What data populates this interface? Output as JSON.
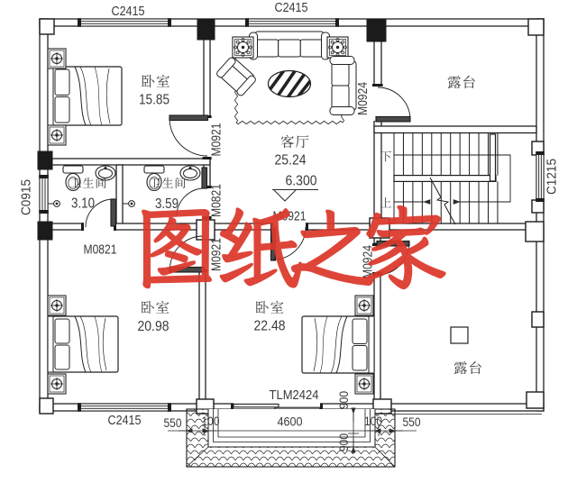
{
  "colors": {
    "line": "#1b1b1b",
    "text": "#3a3a3a",
    "watermark": "#dc372b",
    "background": "#ffffff"
  },
  "watermark": {
    "text": "图纸之家"
  },
  "rooms": [
    {
      "id": "bedroom-top-left",
      "name": "卧室",
      "area": "15.85"
    },
    {
      "id": "living-room",
      "name": "客厅",
      "area": "25.24"
    },
    {
      "id": "bathroom-left",
      "name": "卫生间",
      "area": "3.10"
    },
    {
      "id": "bathroom-right",
      "name": "卫生间",
      "area": "3.59"
    },
    {
      "id": "bedroom-bottom-left",
      "name": "卧室",
      "area": "20.98"
    },
    {
      "id": "bedroom-bottom-middle",
      "name": "卧室",
      "area": "22.48"
    },
    {
      "id": "terrace-top",
      "name": "露台"
    },
    {
      "id": "terrace-bottom",
      "name": "露台"
    }
  ],
  "level_mark": {
    "value": "6.300"
  },
  "stairs": {
    "up_label": "上",
    "down_label": "下"
  },
  "openings": {
    "window_top_left": "C2415",
    "window_top_middle": "C2415",
    "window_bottom": "C2415",
    "window_left": "C0915",
    "window_right": "C1215",
    "door_bedroom_top": "M0921",
    "door_bedroom_middle": "M0921",
    "door_between_bedrooms": "M0921",
    "door_bathroom_left": "M0821",
    "door_bathroom_right": "M0821",
    "door_terrace_top": "M0924",
    "door_terrace_bottom": "M0924",
    "sliding_door_bottom": "TLM2424"
  },
  "dimensions": {
    "bottom_row": [
      "550",
      "100",
      "4600",
      "100",
      "550"
    ],
    "steps_depth": [
      "900",
      "900"
    ]
  }
}
